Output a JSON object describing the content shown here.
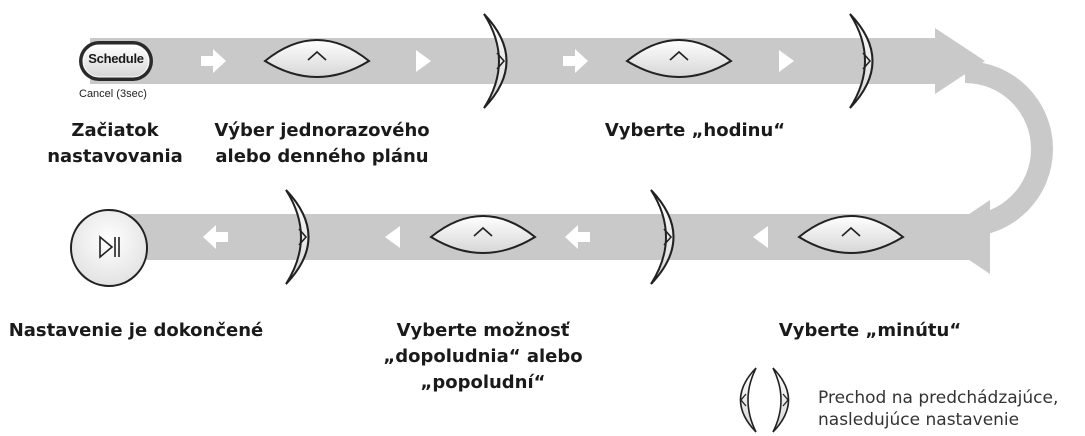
{
  "start_button": {
    "label": "Schedule",
    "caption": "Cancel (3sec)"
  },
  "labels": {
    "start_line1": "Začiatok",
    "start_line2": "nastavovania",
    "plan_line1": "Výber jednorazového",
    "plan_line2": "alebo denného plánu",
    "hour": "Vyberte „hodinu“",
    "minute": "Vyberte „minútu“",
    "ampm_line1": "Vyberte možnosť",
    "ampm_line2": "„dopoludnia“ alebo",
    "ampm_line3": "„popoludní“",
    "done": "Nastavenie je dokončené"
  },
  "legend": {
    "line1": "Prechod na predchádzajúce,",
    "line2": "nasledujúce nastavenie"
  },
  "colors": {
    "band": "#c9c9c9",
    "arrow_white": "#ffffff",
    "stroke": "#222222"
  }
}
